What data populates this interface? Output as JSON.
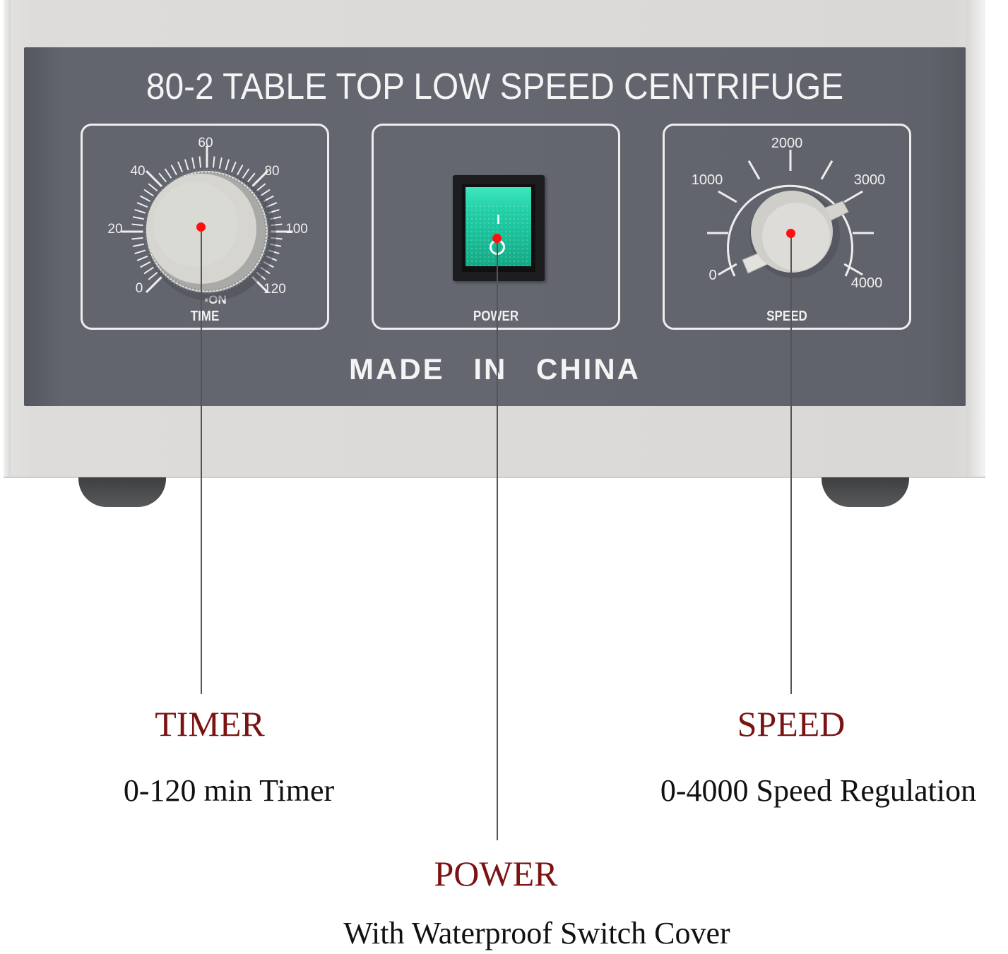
{
  "device": {
    "panel_title": "80-2  TABLE TOP LOW SPEED CENTRIFUGE",
    "made_in": "MADE  IN  CHINA",
    "colors": {
      "panel": "#646670",
      "body": "#dcdad8",
      "switch_green": "#1ec9a0",
      "marker_red": "#ff1010",
      "callout_title": "#7a1414"
    },
    "timer_dial": {
      "label": "TIME",
      "on_label": "•ON",
      "ticks": [
        "0",
        "20",
        "40",
        "60",
        "80",
        "100",
        "120"
      ],
      "icon": "rotary-knob-icon"
    },
    "power_switch": {
      "label": "POWER",
      "on_symbol": "I",
      "off_symbol": "O",
      "icon": "rocker-switch-icon"
    },
    "speed_dial": {
      "label": "SPEED",
      "ticks": [
        "0",
        "1000",
        "2000",
        "3000",
        "4000"
      ],
      "icon": "rotary-knob-icon"
    }
  },
  "callouts": {
    "timer": {
      "title": "TIMER",
      "description": "0-120 min Timer"
    },
    "speed": {
      "title": "SPEED",
      "description": "0-4000 Speed Regulation"
    },
    "power": {
      "title": "POWER",
      "description": "With Waterproof Switch Cover"
    }
  }
}
